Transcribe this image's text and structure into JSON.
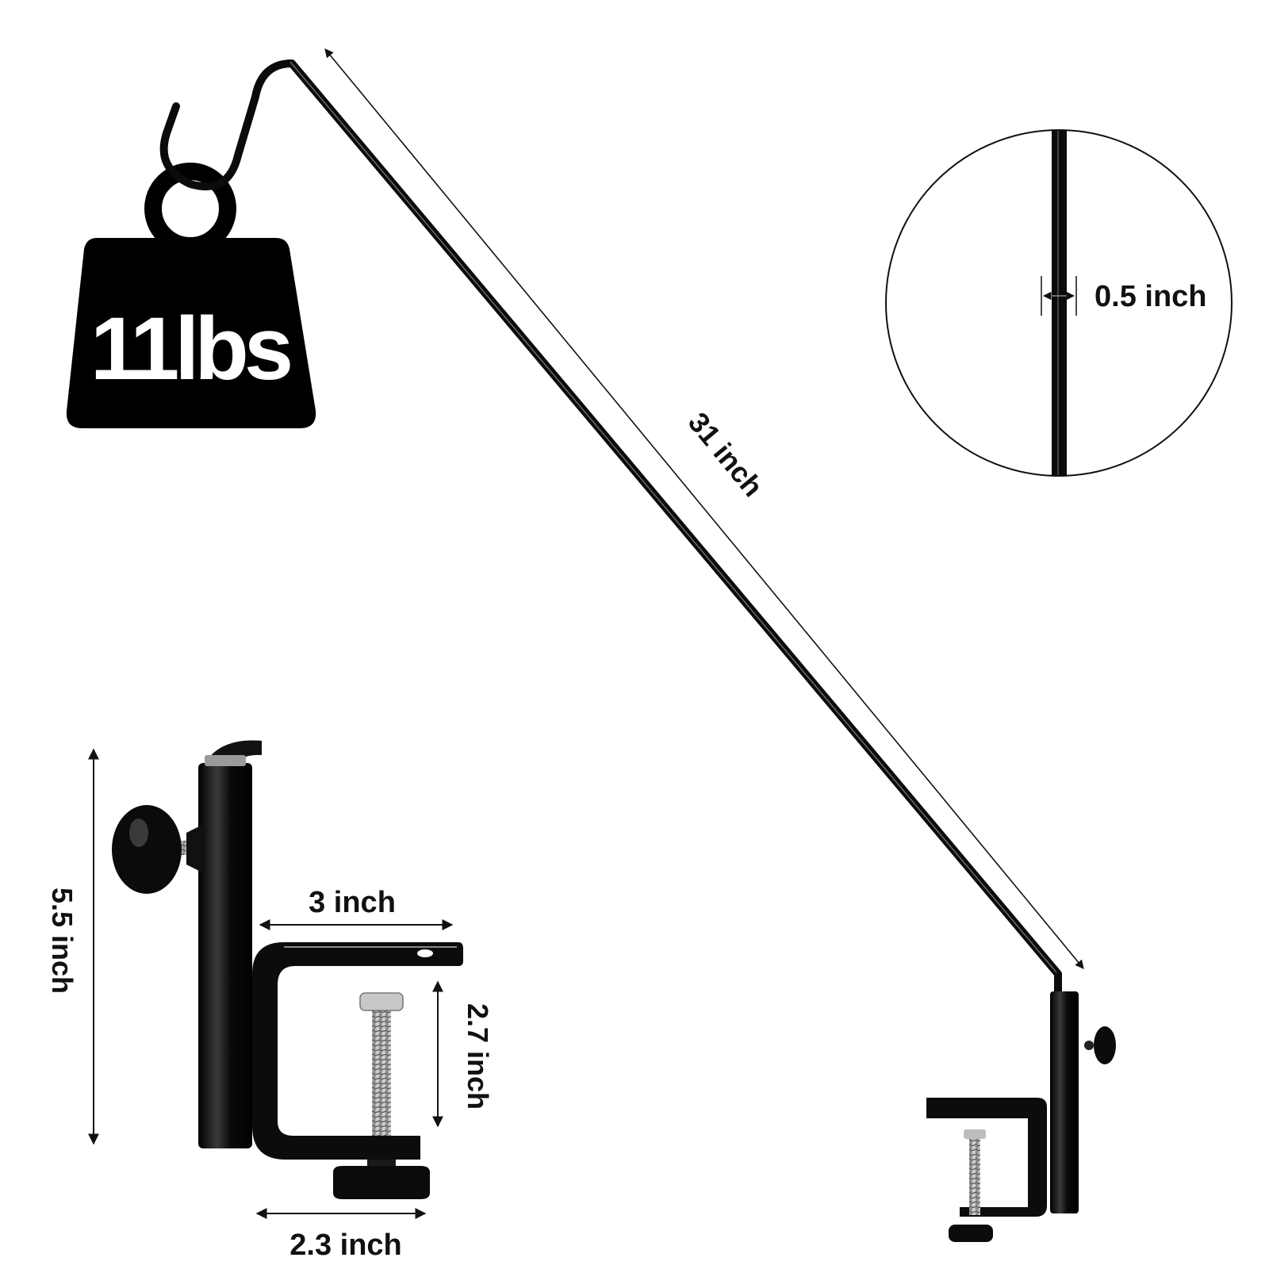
{
  "weight": {
    "label": "11lbs"
  },
  "dimensions": {
    "length": "31 inch",
    "rod_diameter": "0.5 inch",
    "clamp_height": "5.5 inch",
    "clamp_top_width": "3 inch",
    "clamp_opening": "2.7 inch",
    "clamp_bottom_width": "2.3 inch"
  },
  "colors": {
    "metal": "#111111",
    "highlight": "#6a6a6a",
    "background": "#ffffff"
  }
}
